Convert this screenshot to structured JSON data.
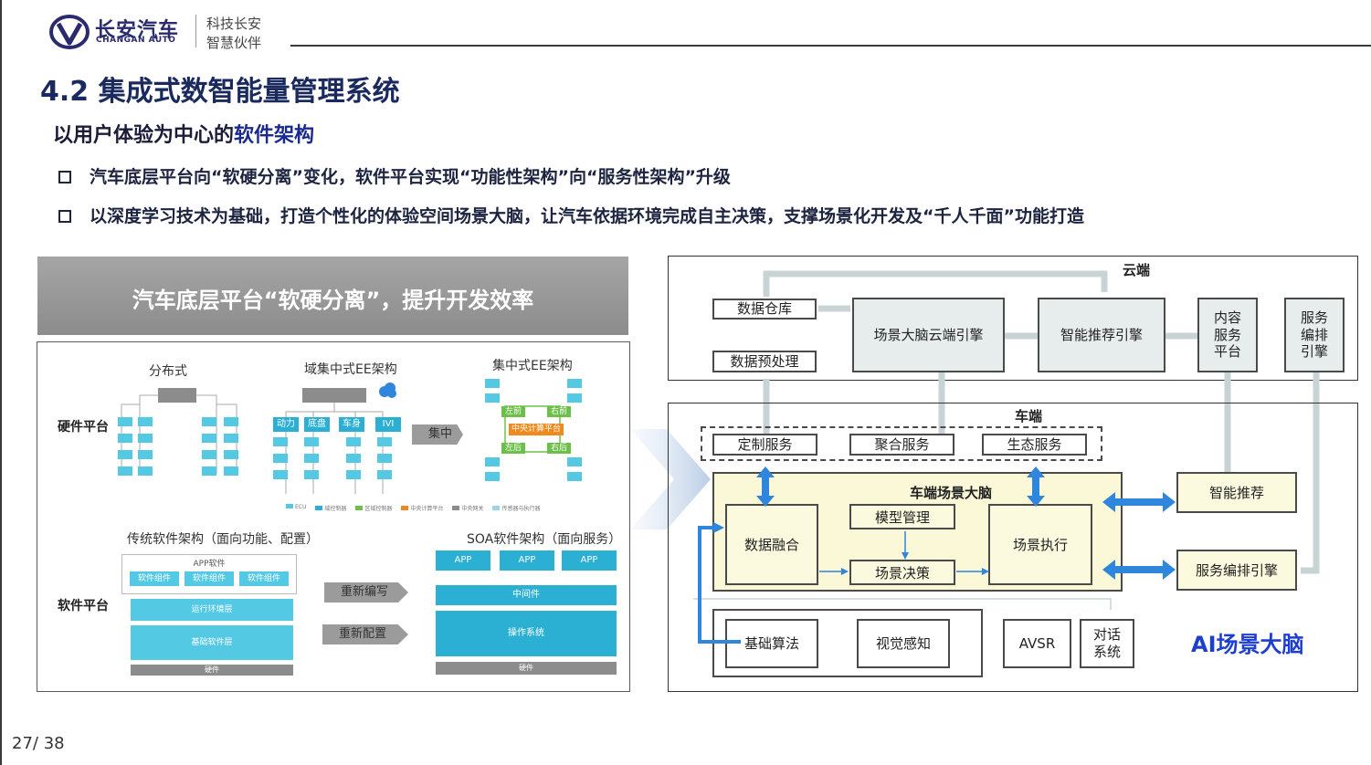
{
  "header": {
    "brand_cn": "长安汽车",
    "brand_en": "CHANGAN AUTO",
    "slogan_line1": "科技长安",
    "slogan_line2": "智慧伙伴"
  },
  "title": "4.2 集成式数智能量管理系统",
  "subtitle_prefix": "以用户体验为中心的",
  "subtitle_emphasis": "软件架构",
  "bullets": [
    "汽车底层平台向“软硬分离”变化，软件平台实现“功能性架构”向“服务性架构”升级",
    "以深度学习技术为基础，打造个性化的体验空间场景大脑，让汽车依据环境完成自主决策，支撑场景化开发及“千人千面”功能打造"
  ],
  "left_panel": {
    "banner": "汽车底层平台“软硬分离”，提升开发效率",
    "hardware_label": "硬件平台",
    "software_label": "软件平台",
    "arch_distributed": "分布式",
    "arch_domain": "域集中式EE架构",
    "arch_central": "集中式EE架构",
    "centralize_tag": "集中化",
    "domain_boxes": [
      "动力",
      "底盘",
      "车身",
      "IVI"
    ],
    "central_boxes": [
      "左前",
      "右前",
      "中央计算平台",
      "左后",
      "右后"
    ],
    "legend": [
      "ECU",
      "域控制器",
      "区域控制器",
      "中央计算平台",
      "中央网关",
      "传感器与执行器"
    ],
    "traditional_title": "传统软件架构（面向功能、配置）",
    "traditional_layers": {
      "app": "APP软件",
      "components": [
        "软件组件",
        "软件组件",
        "软件组件"
      ],
      "runtime": "运行环境层",
      "base": "基础软件层",
      "hardware": "硬件"
    },
    "rewrite_tag": "重新编写",
    "reconfig_tag": "重新配置",
    "soa_title": "SOA软件架构（面向服务）",
    "soa_layers": {
      "apps": [
        "APP",
        "APP",
        "APP"
      ],
      "middleware": "中间件",
      "os": "操作系统",
      "hardware": "硬件"
    }
  },
  "right_panel": {
    "cloud_label": "云端",
    "car_label": "车端",
    "cloud_boxes": {
      "data_warehouse": "数据仓库",
      "data_preprocess": "数据预处理",
      "cloud_engine": "场景大脑云端引擎",
      "recommend_engine": "智能推荐引擎",
      "content_platform": "内容\n服务\n平台",
      "orchestration_engine": "服务\n编排\n引擎"
    },
    "services": [
      "定制服务",
      "聚合服务",
      "生态服务"
    ],
    "brain_title": "车端场景大脑",
    "data_fusion": "数据融合",
    "model_mgmt": "模型管理",
    "scene_decision": "场景决策",
    "scene_exec": "场景执行",
    "smart_recommend": "智能推荐",
    "service_orchestration": "服务编排引擎",
    "base_algo": "基础算法",
    "vision": "视觉感知",
    "avsr": "AVSR",
    "dialog": "对话\n系统",
    "ai_label": "AI场景大脑"
  },
  "page_number": "27/ 38",
  "colors": {
    "title": "#1b2a5e",
    "accent_blue": "#1c3fd0",
    "arrow_blue": "#2f86dd",
    "cyan": "#54c9e3",
    "brain_fill": "#fbf8d8"
  }
}
